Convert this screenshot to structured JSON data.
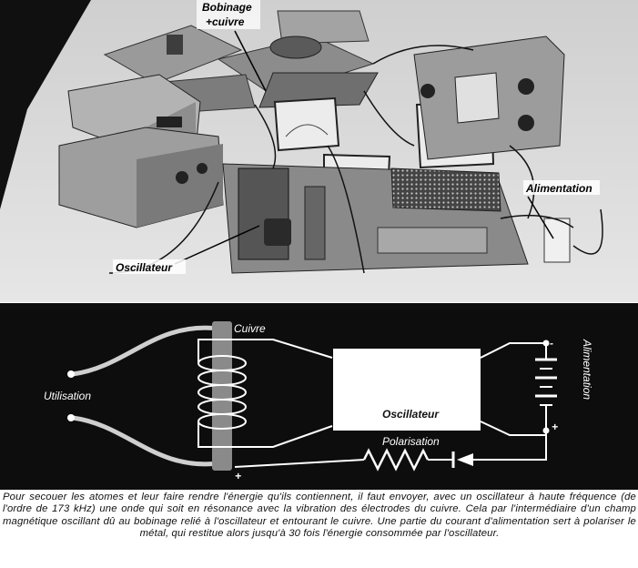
{
  "photo_labels": {
    "coil_line1": "Bobinage",
    "coil_line2": "+cuivre",
    "power_supply": "Alimentation",
    "oscillator": "Oscillateur"
  },
  "diagram_labels": {
    "copper": "Cuivre",
    "use": "Utilisation",
    "oscillator": "Oscillateur",
    "polarization": "Polarisation",
    "power_supply": "Alimentation",
    "minus": "-",
    "plus_right": "+",
    "plus_bottom": "+"
  },
  "caption": "Pour secouer les atomes et leur faire rendre l'énergie qu'ils contiennent, il faut envoyer, avec un oscillateur à haute fréquence (de l'ordre de 173 kHz) une onde qui soit en résonance avec la vibration des électrodes du cuivre. Cela par l'intermédiaire d'un champ magnétique oscillant dû au bobinage relié à l'oscillateur et entourant le cuivre. Une partie du courant d'alimentation sert à polariser le métal, qui restitue alors jusqu'à 30 fois l'énergie consommée par l'oscillateur.",
  "colors": {
    "ink": "#111111",
    "paper": "#ffffff",
    "copper_rod": "#8a8a8a"
  }
}
